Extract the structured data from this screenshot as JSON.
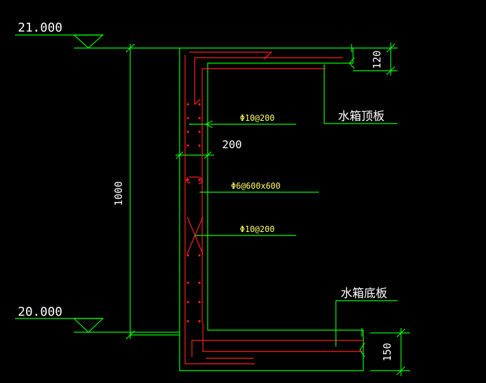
{
  "title": "Water tank wall section",
  "colors": {
    "background": "#000000",
    "outline": "#00ff00",
    "rebar": "#ff2020",
    "text": "#ffffff",
    "rebar_label": "#ffff66",
    "dimension": "#00ff00"
  },
  "elevations": {
    "top": "21.000",
    "bottom": "20.000"
  },
  "dimensions": {
    "height": "1000",
    "wall_thickness": "200",
    "top_slab": "120",
    "bottom_slab": "150"
  },
  "rebar_labels": {
    "vertical_bars": "Φ10@200",
    "tie_bars": "Φ6@600x600",
    "horizontal_bars": "Φ10@200"
  },
  "callouts": {
    "top_slab": "水箱顶板",
    "bottom_slab": "水箱底板"
  }
}
